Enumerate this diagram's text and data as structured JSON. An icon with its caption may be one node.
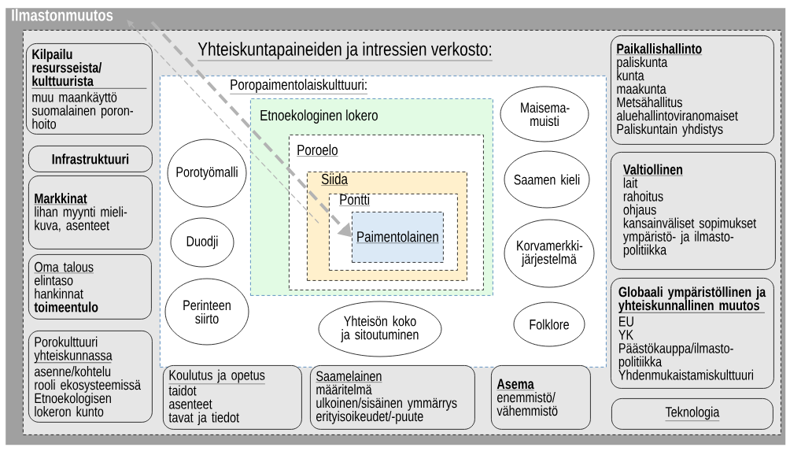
{
  "diagram": {
    "nodes": [
      {
        "text": [
          "Ilmastonmuutos"
        ]
      },
      {
        "text": [
          "Yhteiskuntapaineiden ja intressien verkosto:"
        ],
        "in": 0
      },
      {
        "text": [
          "Kilpailu resursseista/ kulttuurista",
          "muu maankäyttö",
          "suomalainen poron-hoito"
        ],
        "in": 1
      },
      {
        "text": [
          "Infrastruktuuri"
        ],
        "in": 1
      },
      {
        "text": [
          "Markkinat",
          "lihan myynti mieli-kuva, asenteet"
        ],
        "in": 1
      },
      {
        "text": [
          "Oma talous",
          "elintaso",
          "hankinnat",
          "**toimeentulo**"
        ],
        "in": 1
      },
      {
        "text": [
          "Porokulttuuri yhteiskunnassa",
          "asenne/kohtelu",
          "rooli ekosysteemissä",
          "Etnoekologisen lokeron kunto"
        ],
        "in": 1
      },
      {
        "text": [
          "Poropaimentolaiskulttuuri:"
        ],
        "in": 1
      },
      {
        "text": [
          "Porotyömalli"
        ],
        "in": 7
      },
      {
        "text": [
          "Duodji"
        ],
        "in": 7
      },
      {
        "text": [
          "Perinteen siirto"
        ],
        "in": 7
      },
      {
        "text": [
          "Etnoekologinen lokero"
        ],
        "in": 7
      },
      {
        "text": [
          "Poroelo"
        ],
        "in": 11
      },
      {
        "text": [
          "Siida"
        ],
        "in": 12
      },
      {
        "text": [
          "Pontti"
        ],
        "in": 13
      },
      {
        "text": [
          "Paimentolainen"
        ],
        "in": 14
      },
      {
        "text": [
          "Yhteisön koko ja sitoutuminen"
        ],
        "in": 7
      },
      {
        "text": [
          "Maisema-muisti"
        ],
        "in": 7
      },
      {
        "text": [
          "Saamen kieli"
        ],
        "in": 7
      },
      {
        "text": [
          "Korvamerkki-järjestelmä"
        ],
        "in": 7
      },
      {
        "text": [
          "Folklore"
        ],
        "in": 7
      },
      {
        "text": [
          "Paikallishallinto",
          "paliskunta",
          "kunta",
          "maakunta",
          "Metsähallitus",
          "aluehallintoviranomaiset",
          "Paliskuntain yhdistys"
        ],
        "in": 1
      },
      {
        "text": [
          "Valtiollinen",
          "lait",
          "rahoitus",
          "ohjaus",
          "kansainväliset sopimukset",
          "ympäristö- ja ilmasto-politiikka"
        ],
        "in": 1
      },
      {
        "text": [
          "Globaali ympäristöllinen ja yhteiskunnallinen muutos",
          "EU",
          "YK",
          "Päästökauppa/ilmasto-politiikka",
          "Yhdenmukaistamiskulttuuri"
        ],
        "in": 1
      },
      {
        "text": [
          "Teknologia"
        ],
        "in": 1
      },
      {
        "text": [
          "Koulutus ja opetus",
          "taidot",
          "asenteet",
          "tavat ja tiedot"
        ],
        "in": 1
      },
      {
        "text": [
          "Saamelainen",
          "määritelmä",
          "ulkoinen/sisäinen ymmärrys",
          "erityisoikeudet/-puute"
        ],
        "in": 1
      },
      {
        "text": [
          "Asema",
          "enemmistö/ vähemmistö"
        ],
        "in": 1
      }
    ],
    "edges": [
      {
        "from": 0,
        "to": 15,
        "arrow": "to",
        "style": "dashed",
        "color": "#b3b3b3"
      },
      {
        "from": 13,
        "to": 0,
        "arrow": "to",
        "style": "dashed",
        "color": "#b3b3b3"
      }
    ]
  }
}
